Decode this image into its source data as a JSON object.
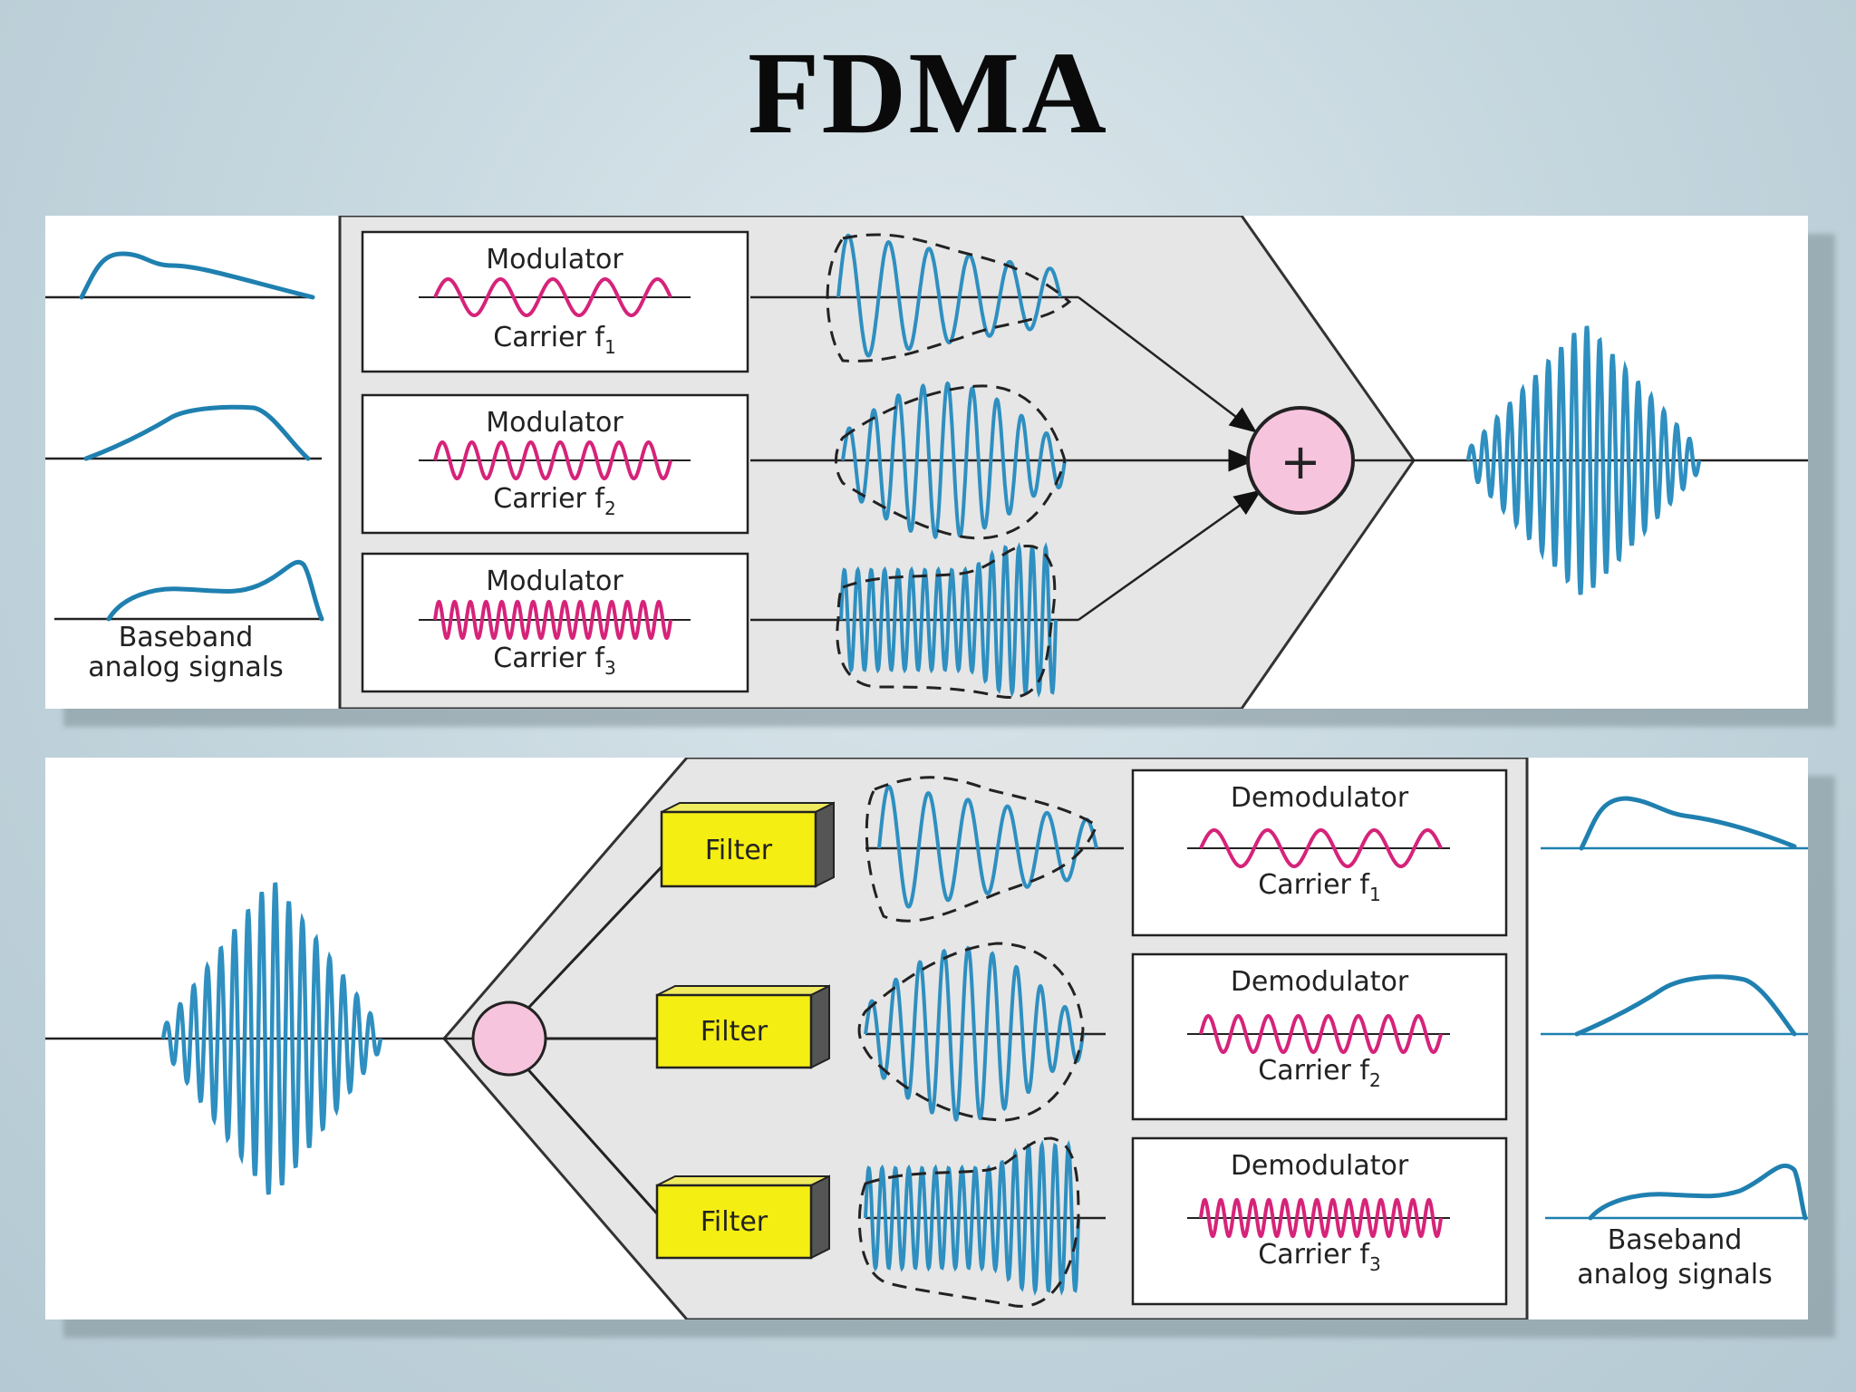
{
  "title": "FDMA",
  "multiplexer": {
    "modulators": [
      {
        "label": "Modulator",
        "carrier": "Carrier f",
        "sub": "1"
      },
      {
        "label": "Modulator",
        "carrier": "Carrier f",
        "sub": "2"
      },
      {
        "label": "Modulator",
        "carrier": "Carrier f",
        "sub": "3"
      }
    ],
    "sum_symbol": "+",
    "input_caption": [
      "Baseband",
      "analog signals"
    ]
  },
  "demultiplexer": {
    "filters": [
      "Filter",
      "Filter",
      "Filter"
    ],
    "demodulators": [
      {
        "label": "Demodulator",
        "carrier": "Carrier f",
        "sub": "1"
      },
      {
        "label": "Demodulator",
        "carrier": "Carrier f",
        "sub": "2"
      },
      {
        "label": "Demodulator",
        "carrier": "Carrier f",
        "sub": "3"
      }
    ],
    "output_caption": [
      "Baseband",
      "analog signals"
    ]
  },
  "colors": {
    "signal": "#2e8fc0",
    "carrier": "#d6237a",
    "filter": "#f5ee13",
    "adder": "#f7c4de",
    "device": "#e6e6e6"
  }
}
